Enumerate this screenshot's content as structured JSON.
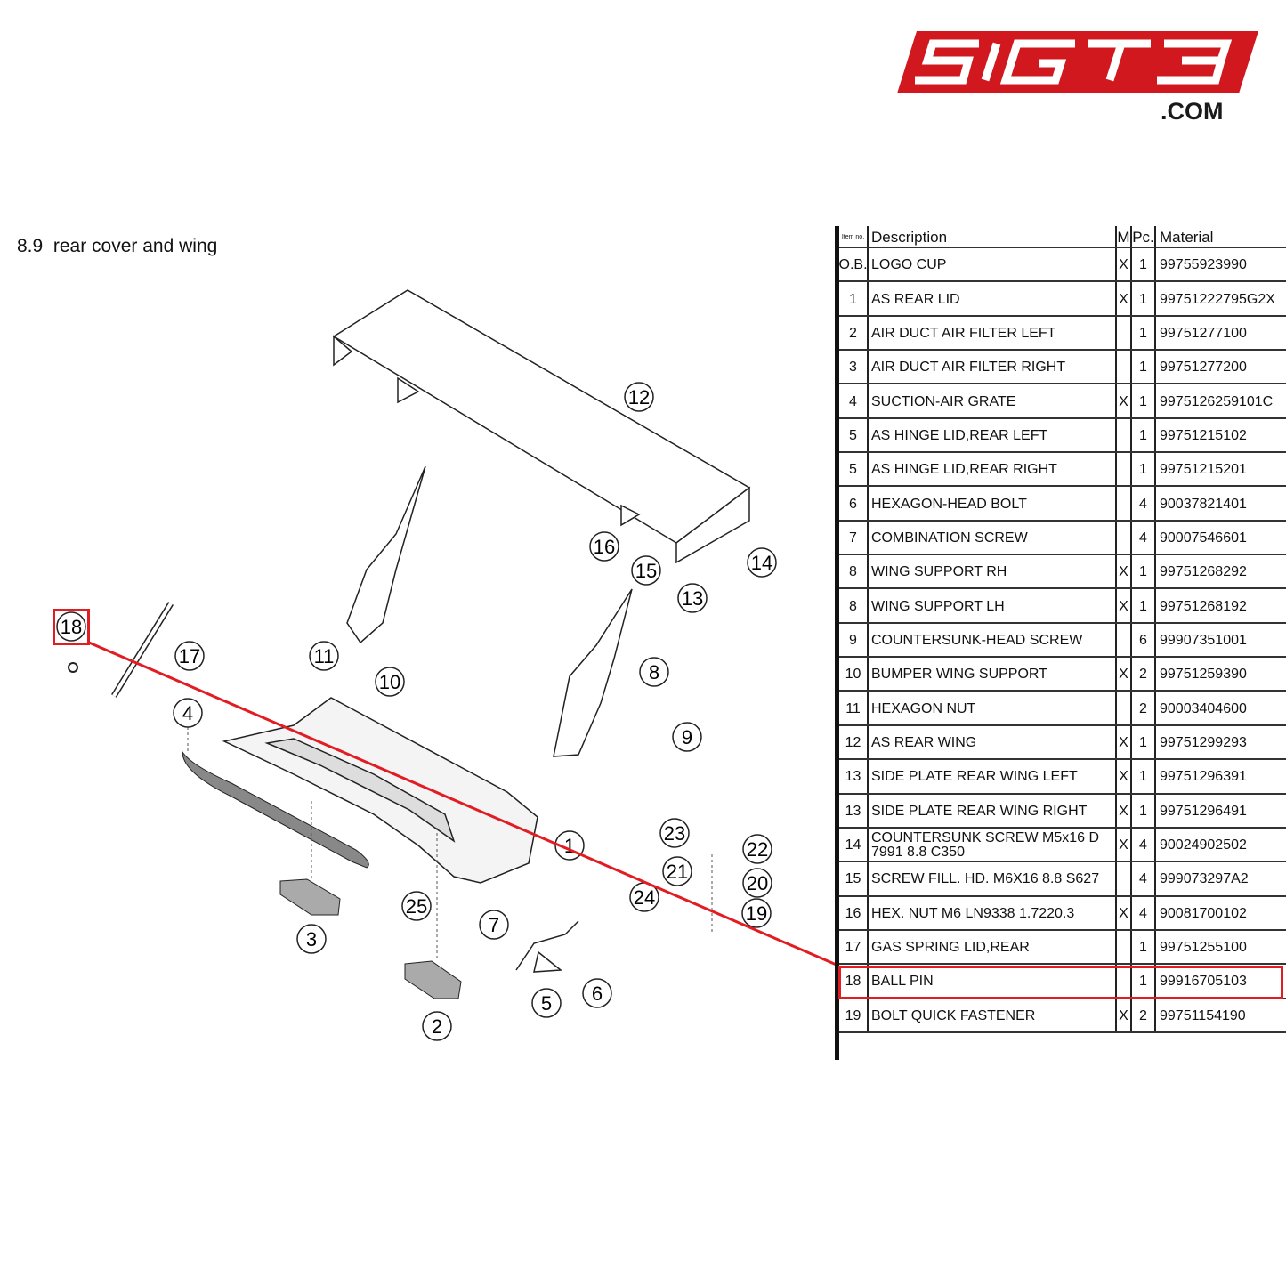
{
  "brand": {
    "logo_text": "51GT3",
    "domain_suffix": ".COM",
    "logo_color": "#d0181e"
  },
  "section": {
    "number": "8.9",
    "title": "rear cover and wing"
  },
  "highlight_color": "#e21c23",
  "highlighted_item": "18",
  "table": {
    "headers": {
      "item": "Item no.",
      "description": "Description",
      "m": "M",
      "pc": "Pc.",
      "material": "Material"
    },
    "rows": [
      {
        "item": "O.B.",
        "description": "LOGO CUP",
        "m": "X",
        "pc": "1",
        "material": "99755923990"
      },
      {
        "item": "1",
        "description": "AS REAR LID",
        "m": "X",
        "pc": "1",
        "material": "99751222795G2X"
      },
      {
        "item": "2",
        "description": "AIR DUCT AIR FILTER LEFT",
        "m": "",
        "pc": "1",
        "material": "99751277100"
      },
      {
        "item": "3",
        "description": "AIR DUCT AIR FILTER RIGHT",
        "m": "",
        "pc": "1",
        "material": "99751277200"
      },
      {
        "item": "4",
        "description": "SUCTION-AIR GRATE",
        "m": "X",
        "pc": "1",
        "material": "9975126259101C"
      },
      {
        "item": "5",
        "description": "AS HINGE LID,REAR LEFT",
        "m": "",
        "pc": "1",
        "material": "99751215102"
      },
      {
        "item": "5",
        "description": "AS HINGE LID,REAR RIGHT",
        "m": "",
        "pc": "1",
        "material": "99751215201"
      },
      {
        "item": "6",
        "description": "HEXAGON-HEAD BOLT",
        "m": "",
        "pc": "4",
        "material": "90037821401"
      },
      {
        "item": "7",
        "description": "COMBINATION SCREW",
        "m": "",
        "pc": "4",
        "material": "90007546601"
      },
      {
        "item": "8",
        "description": "WING SUPPORT RH",
        "m": "X",
        "pc": "1",
        "material": "99751268292"
      },
      {
        "item": "8",
        "description": "WING SUPPORT LH",
        "m": "X",
        "pc": "1",
        "material": "99751268192"
      },
      {
        "item": "9",
        "description": "COUNTERSUNK-HEAD SCREW",
        "m": "",
        "pc": "6",
        "material": "99907351001"
      },
      {
        "item": "10",
        "description": "BUMPER WING SUPPORT",
        "m": "X",
        "pc": "2",
        "material": "99751259390"
      },
      {
        "item": "11",
        "description": "HEXAGON NUT",
        "m": "",
        "pc": "2",
        "material": "90003404600"
      },
      {
        "item": "12",
        "description": "AS REAR WING",
        "m": "X",
        "pc": "1",
        "material": "99751299293"
      },
      {
        "item": "13",
        "description": "SIDE PLATE REAR WING LEFT",
        "m": "X",
        "pc": "1",
        "material": "99751296391"
      },
      {
        "item": "13",
        "description": "SIDE PLATE REAR WING RIGHT",
        "m": "X",
        "pc": "1",
        "material": "99751296491"
      },
      {
        "item": "14",
        "description": "COUNTERSUNK SCREW M5x16 D 7991 8.8 C350",
        "m": "X",
        "pc": "4",
        "material": "90024902502"
      },
      {
        "item": "15",
        "description": "SCREW FILL. HD. M6X16 8.8 S627",
        "m": "",
        "pc": "4",
        "material": "999073297A2"
      },
      {
        "item": "16",
        "description": "HEX. NUT M6 LN9338 1.7220.3",
        "m": "X",
        "pc": "4",
        "material": "90081700102"
      },
      {
        "item": "17",
        "description": "GAS SPRING LID,REAR",
        "m": "",
        "pc": "1",
        "material": "99751255100"
      },
      {
        "item": "18",
        "description": "BALL PIN",
        "m": "",
        "pc": "1",
        "material": "99916705103"
      },
      {
        "item": "19",
        "description": "BOLT QUICK FASTENER",
        "m": "X",
        "pc": "2",
        "material": "99751154190"
      }
    ]
  },
  "callouts": [
    "12",
    "16",
    "15",
    "13",
    "14",
    "18",
    "17",
    "11",
    "10",
    "8",
    "9",
    "4",
    "1",
    "23",
    "22",
    "21",
    "20",
    "24",
    "19",
    "25",
    "7",
    "3",
    "5",
    "6",
    "2"
  ]
}
